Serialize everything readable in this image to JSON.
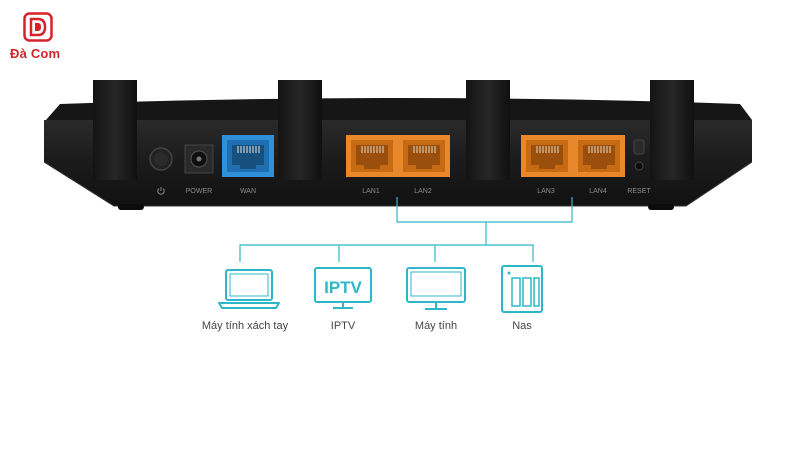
{
  "brand": {
    "name": "Đà Com",
    "accent_color": "#d4232b"
  },
  "router": {
    "body_color": "#1b1b1b",
    "ports": [
      {
        "label": "",
        "icon": "power-button-icon"
      },
      {
        "label": "POWER",
        "icon": "power-jack-icon"
      },
      {
        "label": "WAN",
        "icon": "ethernet-port-icon",
        "color": "#2f8fd8"
      },
      {
        "label": "LAN1",
        "icon": "ethernet-port-icon",
        "color": "#e8882a"
      },
      {
        "label": "LAN2",
        "icon": "ethernet-port-icon",
        "color": "#e8882a"
      },
      {
        "label": "LAN3",
        "icon": "ethernet-port-icon",
        "color": "#e8882a"
      },
      {
        "label": "LAN4",
        "icon": "ethernet-port-icon",
        "color": "#e8882a"
      },
      {
        "label": "RESET",
        "icon": "reset-button-icon"
      }
    ]
  },
  "connector_color": "#2fb7c8",
  "devices": [
    {
      "label": "Máy tính xách tay",
      "icon": "laptop-icon"
    },
    {
      "label": "IPTV",
      "icon": "tv-icon",
      "icon_text": "IPTV"
    },
    {
      "label": "Máy tính",
      "icon": "desktop-monitor-icon"
    },
    {
      "label": "Nas",
      "icon": "nas-storage-icon"
    }
  ]
}
